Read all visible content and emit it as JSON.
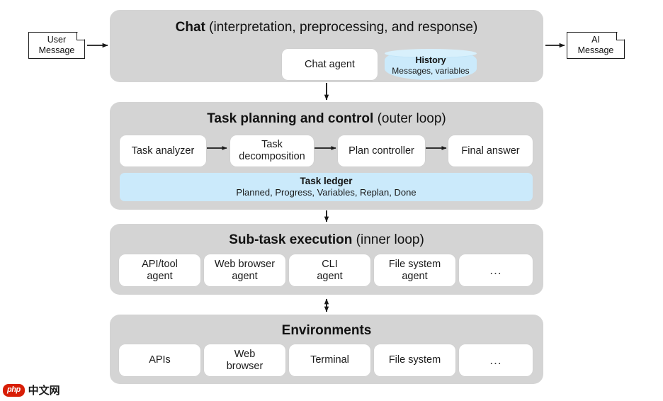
{
  "diagram": {
    "io": {
      "user_message": "User\nMessage",
      "user_message_label": "User Message",
      "ai_message": "AI\nMessage",
      "ai_message_label": "AI Message"
    },
    "layers": [
      {
        "id": "chat",
        "title_bold": "Chat",
        "title_rest": " (interpretation, preprocessing, and response)",
        "nodes": [
          {
            "label": "Chat agent",
            "type": "box"
          }
        ],
        "store": {
          "type": "cylinder",
          "title": "History",
          "subtitle": "Messages, variables"
        }
      },
      {
        "id": "task-planning",
        "title_bold": "Task planning and control",
        "title_rest": " (outer loop)",
        "nodes": [
          {
            "label": "Task analyzer",
            "type": "box"
          },
          {
            "label": "Task\ndecomposition",
            "type": "box"
          },
          {
            "label": "Plan controller",
            "type": "box"
          },
          {
            "label": "Final answer",
            "type": "box"
          }
        ],
        "store": {
          "type": "bar",
          "title": "Task ledger",
          "subtitle": "Planned, Progress, Variables, Replan, Done"
        }
      },
      {
        "id": "sub-task-execution",
        "title_bold": "Sub-task execution",
        "title_rest": " (inner loop)",
        "nodes": [
          {
            "label": "API/tool\nagent",
            "type": "box"
          },
          {
            "label": "Web browser\nagent",
            "type": "box"
          },
          {
            "label": "CLI\nagent",
            "type": "box"
          },
          {
            "label": "File system\nagent",
            "type": "box"
          },
          {
            "label": "...",
            "type": "dots"
          }
        ]
      },
      {
        "id": "environments",
        "title_bold": "Environments",
        "title_rest": "",
        "nodes": [
          {
            "label": "APIs",
            "type": "box"
          },
          {
            "label": "Web\nbrowser",
            "type": "box"
          },
          {
            "label": "Terminal",
            "type": "box"
          },
          {
            "label": "File system",
            "type": "box"
          },
          {
            "label": "...",
            "type": "dots"
          }
        ]
      }
    ],
    "colors": {
      "panel_gray": "#d4d4d4",
      "node_white": "#ffffff",
      "store_blue": "#cbeafb",
      "stroke_black": "#1a1a1a",
      "watermark_red": "#d81e06"
    }
  },
  "watermark": {
    "badge": "php",
    "text": "中文网"
  }
}
